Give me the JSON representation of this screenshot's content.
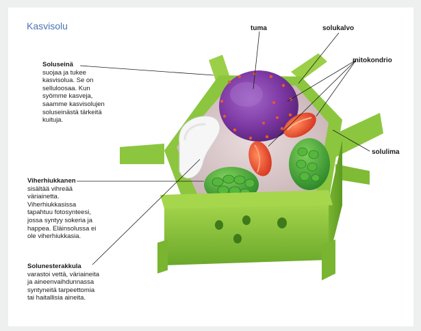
{
  "title": "Kasvisolu",
  "labels": {
    "tuma": "tuma",
    "solukalvo": "solukalvo",
    "mitokondrio": "mitokondrio",
    "solulima": "solulima"
  },
  "descriptions": {
    "soluseina": {
      "heading": "Soluseinä",
      "lines": [
        "suojaa ja tukee",
        "kasvisolua. Se on",
        "selluloosaa. Kun",
        "syömme kasveja,",
        "saamme kasvisolujen",
        "soluseinästä tärkeitä",
        "kuituja."
      ]
    },
    "viherhiukkanen": {
      "heading": "Viherhiukkanen",
      "lines": [
        "sisältää vihreää",
        "väriainetta.",
        "Viherhiukkasissa",
        "tapahtuu fotosynteesi,",
        "jossa syntyy sokeria ja",
        "happea. Eläinsolussa ei",
        "ole viherhiukkasia."
      ]
    },
    "solunesterakkula": {
      "heading": "Solunesterakkula",
      "lines": [
        "varastoi vettä, väriaineita",
        "ja aineenvaihdunnassa",
        "syntyneitä tarpeettomia",
        "tai haitallisia aineita."
      ]
    }
  },
  "colors": {
    "cell_wall": "#8cc63f",
    "nucleus": "#7b3aa0",
    "mitochondria": "#e8412a",
    "chloroplast": "#3aa636",
    "vacuole": "#f4f4f4",
    "title": "#4a73b2"
  }
}
